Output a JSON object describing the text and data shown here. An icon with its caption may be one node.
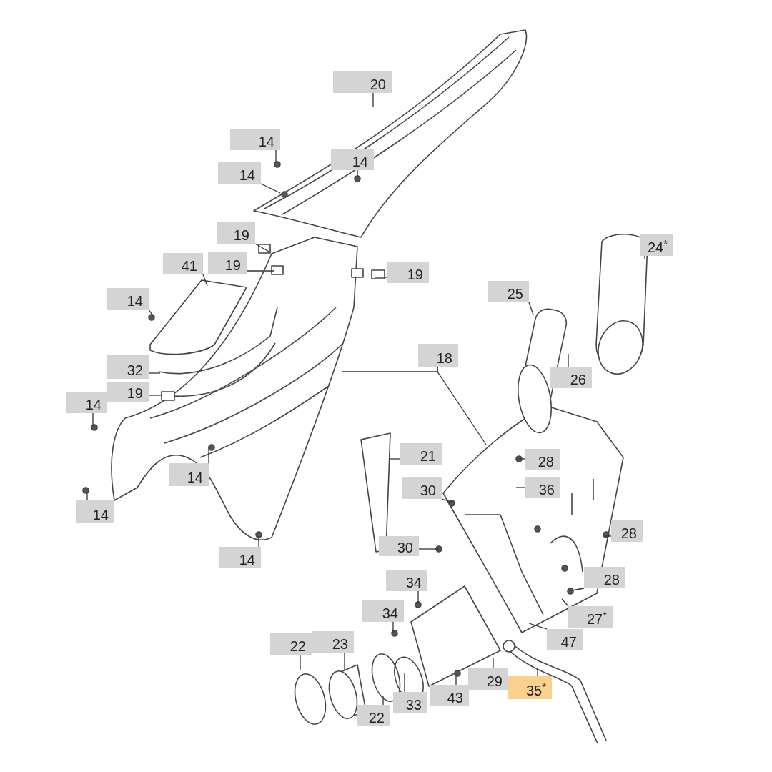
{
  "diagram": {
    "nodes": [
      {
        "text": [
          "20"
        ]
      },
      {
        "text": [
          "14"
        ]
      },
      {
        "text": [
          "14"
        ]
      },
      {
        "text": [
          "14"
        ]
      },
      {
        "text": [
          "19"
        ]
      },
      {
        "text": [
          "41"
        ]
      },
      {
        "text": [
          "19"
        ]
      },
      {
        "text": [
          "19"
        ]
      },
      {
        "text": [
          "14"
        ]
      },
      {
        "text": [
          "25"
        ]
      },
      {
        "text": [
          "24$^{*}$"
        ]
      },
      {
        "text": [
          "32"
        ]
      },
      {
        "text": [
          "19"
        ]
      },
      {
        "text": [
          "18"
        ]
      },
      {
        "text": [
          "26"
        ]
      },
      {
        "text": [
          "14"
        ]
      },
      {
        "text": [
          "21"
        ]
      },
      {
        "text": [
          "28"
        ]
      },
      {
        "text": [
          "14"
        ]
      },
      {
        "text": [
          "36"
        ]
      },
      {
        "text": [
          "30"
        ]
      },
      {
        "text": [
          "14"
        ]
      },
      {
        "text": [
          "30"
        ]
      },
      {
        "text": [
          "28"
        ]
      },
      {
        "text": [
          "14"
        ]
      },
      {
        "text": [
          "28"
        ]
      },
      {
        "text": [
          "34"
        ]
      },
      {
        "text": [
          "27$^{*}$"
        ]
      },
      {
        "text": [
          "34"
        ]
      },
      {
        "text": [
          "47"
        ]
      },
      {
        "text": [
          "22"
        ]
      },
      {
        "text": [
          "23"
        ]
      },
      {
        "text": [
          "29"
        ]
      },
      {
        "text": [
          "35$^{*}$"
        ]
      },
      {
        "text": [
          "43"
        ]
      },
      {
        "text": [
          "33"
        ]
      },
      {
        "text": [
          "22"
        ]
      }
    ],
    "edges": [
      {
        "from": 0,
        "to": null,
        "arrow": "none"
      },
      {
        "from": 1,
        "to": null,
        "arrow": "none"
      },
      {
        "from": 2,
        "to": null,
        "arrow": "none"
      },
      {
        "from": 3,
        "to": null,
        "arrow": "none"
      },
      {
        "from": 4,
        "to": null,
        "arrow": "none"
      },
      {
        "from": 5,
        "to": null,
        "arrow": "none"
      },
      {
        "from": 6,
        "to": null,
        "arrow": "none"
      },
      {
        "from": 7,
        "to": null,
        "arrow": "none"
      },
      {
        "from": 8,
        "to": null,
        "arrow": "none"
      },
      {
        "from": 9,
        "to": null,
        "arrow": "none"
      },
      {
        "from": 10,
        "to": null,
        "arrow": "none"
      },
      {
        "from": 11,
        "to": null,
        "arrow": "none"
      },
      {
        "from": 12,
        "to": null,
        "arrow": "none"
      },
      {
        "from": 13,
        "to": null,
        "arrow": "none"
      },
      {
        "from": 13,
        "to": null,
        "arrow": "none"
      },
      {
        "from": 14,
        "to": null,
        "arrow": "none"
      },
      {
        "from": 15,
        "to": null,
        "arrow": "none"
      },
      {
        "from": 16,
        "to": null,
        "arrow": "none"
      },
      {
        "from": 17,
        "to": null,
        "arrow": "none"
      },
      {
        "from": 18,
        "to": null,
        "arrow": "none"
      },
      {
        "from": 19,
        "to": null,
        "arrow": "none"
      },
      {
        "from": 20,
        "to": null,
        "arrow": "none"
      },
      {
        "from": 21,
        "to": null,
        "arrow": "none"
      },
      {
        "from": 22,
        "to": null,
        "arrow": "none"
      },
      {
        "from": 23,
        "to": null,
        "arrow": "none"
      },
      {
        "from": 24,
        "to": null,
        "arrow": "none"
      },
      {
        "from": 25,
        "to": null,
        "arrow": "none"
      },
      {
        "from": 26,
        "to": null,
        "arrow": "none"
      },
      {
        "from": 27,
        "to": null,
        "arrow": "none"
      },
      {
        "from": 28,
        "to": null,
        "arrow": "none"
      },
      {
        "from": 29,
        "to": null,
        "arrow": "none"
      },
      {
        "from": 30,
        "to": null,
        "arrow": "none"
      },
      {
        "from": 31,
        "to": null,
        "arrow": "none"
      },
      {
        "from": 32,
        "to": null,
        "arrow": "none"
      },
      {
        "from": 33,
        "to": null,
        "arrow": "none"
      },
      {
        "from": 34,
        "to": null,
        "arrow": "none"
      },
      {
        "from": 35,
        "to": null,
        "arrow": "none"
      },
      {
        "from": 36,
        "to": null,
        "arrow": "none"
      }
    ]
  }
}
